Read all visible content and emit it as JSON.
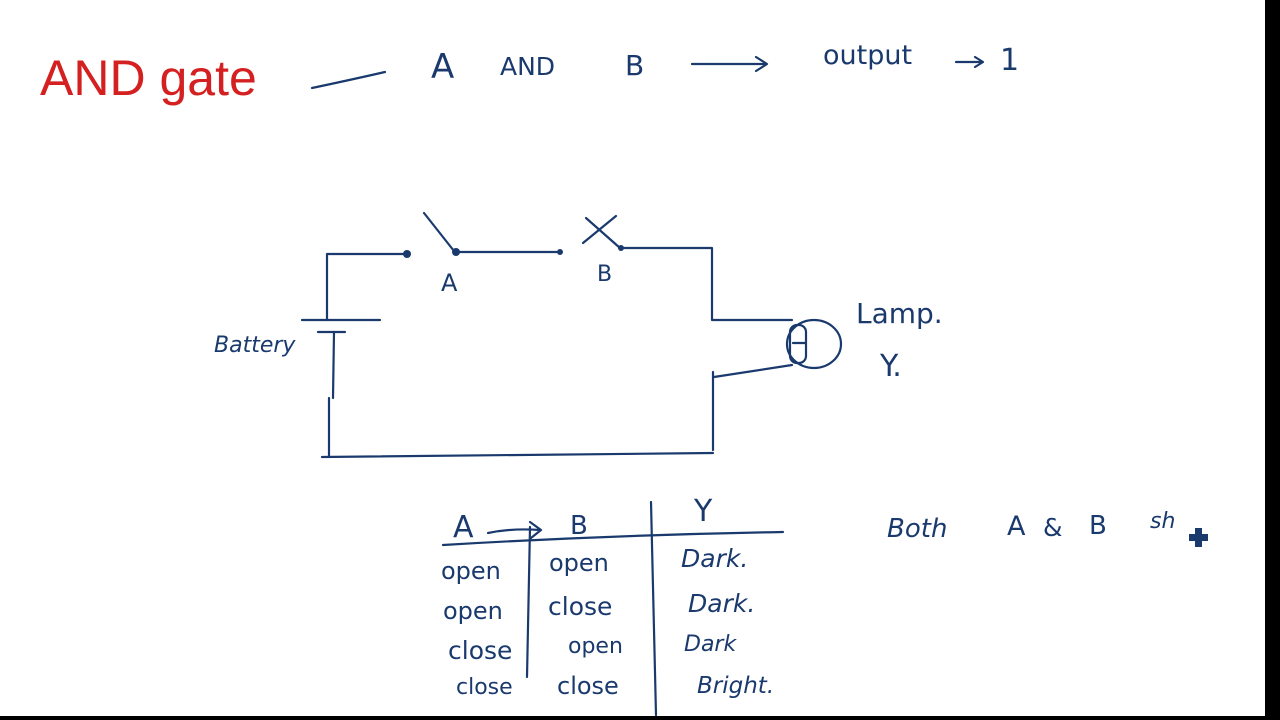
{
  "colors": {
    "title": "#d42020",
    "ink": "#1a3a6e",
    "cursor": "#1a3a6e",
    "frame": "#000000",
    "page": "#ffffff"
  },
  "header": {
    "title": "AND gate",
    "expression": {
      "a": "A",
      "op": "AND",
      "b": "B",
      "output_label": "output",
      "output_value": "1"
    }
  },
  "circuit": {
    "switch_a_label": "A",
    "switch_b_label": "B",
    "battery_label": "Battery",
    "lamp_label": "Lamp.",
    "lamp_output_label": "Y."
  },
  "truth_table": {
    "headers": [
      "A",
      "B",
      "Y"
    ],
    "rows": [
      [
        "open",
        "open",
        "Dark."
      ],
      [
        "open",
        "close",
        "Dark."
      ],
      [
        "close",
        "open",
        "Dark"
      ],
      [
        "close",
        "close",
        "Bright."
      ]
    ]
  },
  "note": {
    "words": [
      "Both",
      "A",
      "&",
      "B",
      "sh"
    ]
  },
  "icons": {
    "cursor": "plus-cursor-icon"
  }
}
